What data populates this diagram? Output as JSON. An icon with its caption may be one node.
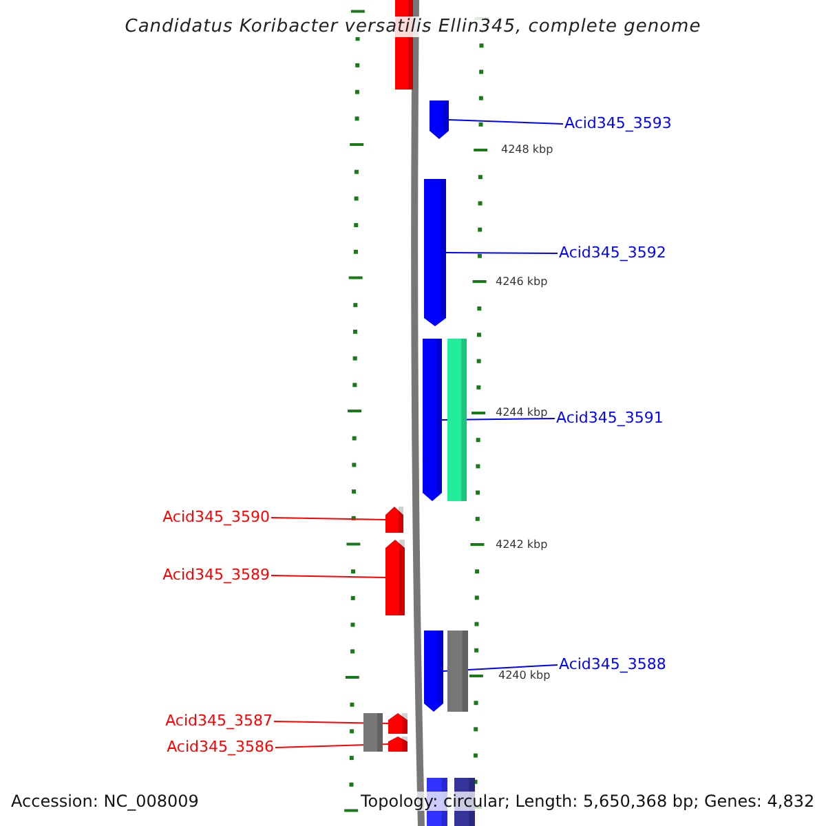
{
  "diagram": {
    "title": "Candidatus Koribacter versatilis Ellin345, complete genome",
    "nodes": [
      {
        "text": [],
        "shape": "bar"
      },
      {
        "text": [],
        "shape": "bar"
      },
      {
        "text": [
          "Acid345_3593"
        ]
      },
      {
        "text": [],
        "shape": "bar"
      },
      {
        "text": [
          "Acid345_3592"
        ]
      },
      {
        "text": [],
        "shape": "bar"
      },
      {
        "text": [],
        "shape": "bar"
      },
      {
        "text": [
          "Acid345_3591"
        ]
      },
      {
        "text": [
          "Acid345_3590"
        ]
      },
      {
        "text": [],
        "shape": "bar"
      },
      {
        "text": [
          "Acid345_3589"
        ]
      },
      {
        "text": [],
        "shape": "bar"
      },
      {
        "text": [],
        "shape": "bar"
      },
      {
        "text": [],
        "shape": "bar"
      },
      {
        "text": [
          "Acid345_3588"
        ]
      },
      {
        "text": [
          "Acid345_3587"
        ]
      },
      {
        "text": [],
        "shape": "bar"
      },
      {
        "text": [],
        "shape": "bar"
      },
      {
        "text": [
          "Acid345_3586"
        ]
      },
      {
        "text": [],
        "shape": "bar"
      },
      {
        "text": [],
        "shape": "bar"
      },
      {
        "text": [],
        "shape": "bar"
      }
    ],
    "edges": [
      {
        "from": 2,
        "to": 1,
        "arrow": "none",
        "color": "#0000ff"
      },
      {
        "from": 4,
        "to": 3,
        "arrow": "none",
        "color": "#0000ff"
      },
      {
        "from": 7,
        "to": 5,
        "arrow": "none",
        "color": "#0000ff"
      },
      {
        "from": 8,
        "to": 9,
        "arrow": "none",
        "color": "#ff0000"
      },
      {
        "from": 10,
        "to": 11,
        "arrow": "none",
        "color": "#ff0000"
      },
      {
        "from": 14,
        "to": 12,
        "arrow": "none",
        "color": "#0000ff"
      },
      {
        "from": 15,
        "to": 17,
        "arrow": "none",
        "color": "#ff0000"
      },
      {
        "from": 18,
        "to": 19,
        "arrow": "none",
        "color": "#ff0000"
      }
    ],
    "labels": [
      "4248 kbp",
      "4246 kbp",
      "4244 kbp",
      "4242 kbp",
      "4240 kbp",
      "Accession: NC_008009",
      "Topology: circular; Length: 5,650,368 bp; Genes: 4,832"
    ]
  }
}
